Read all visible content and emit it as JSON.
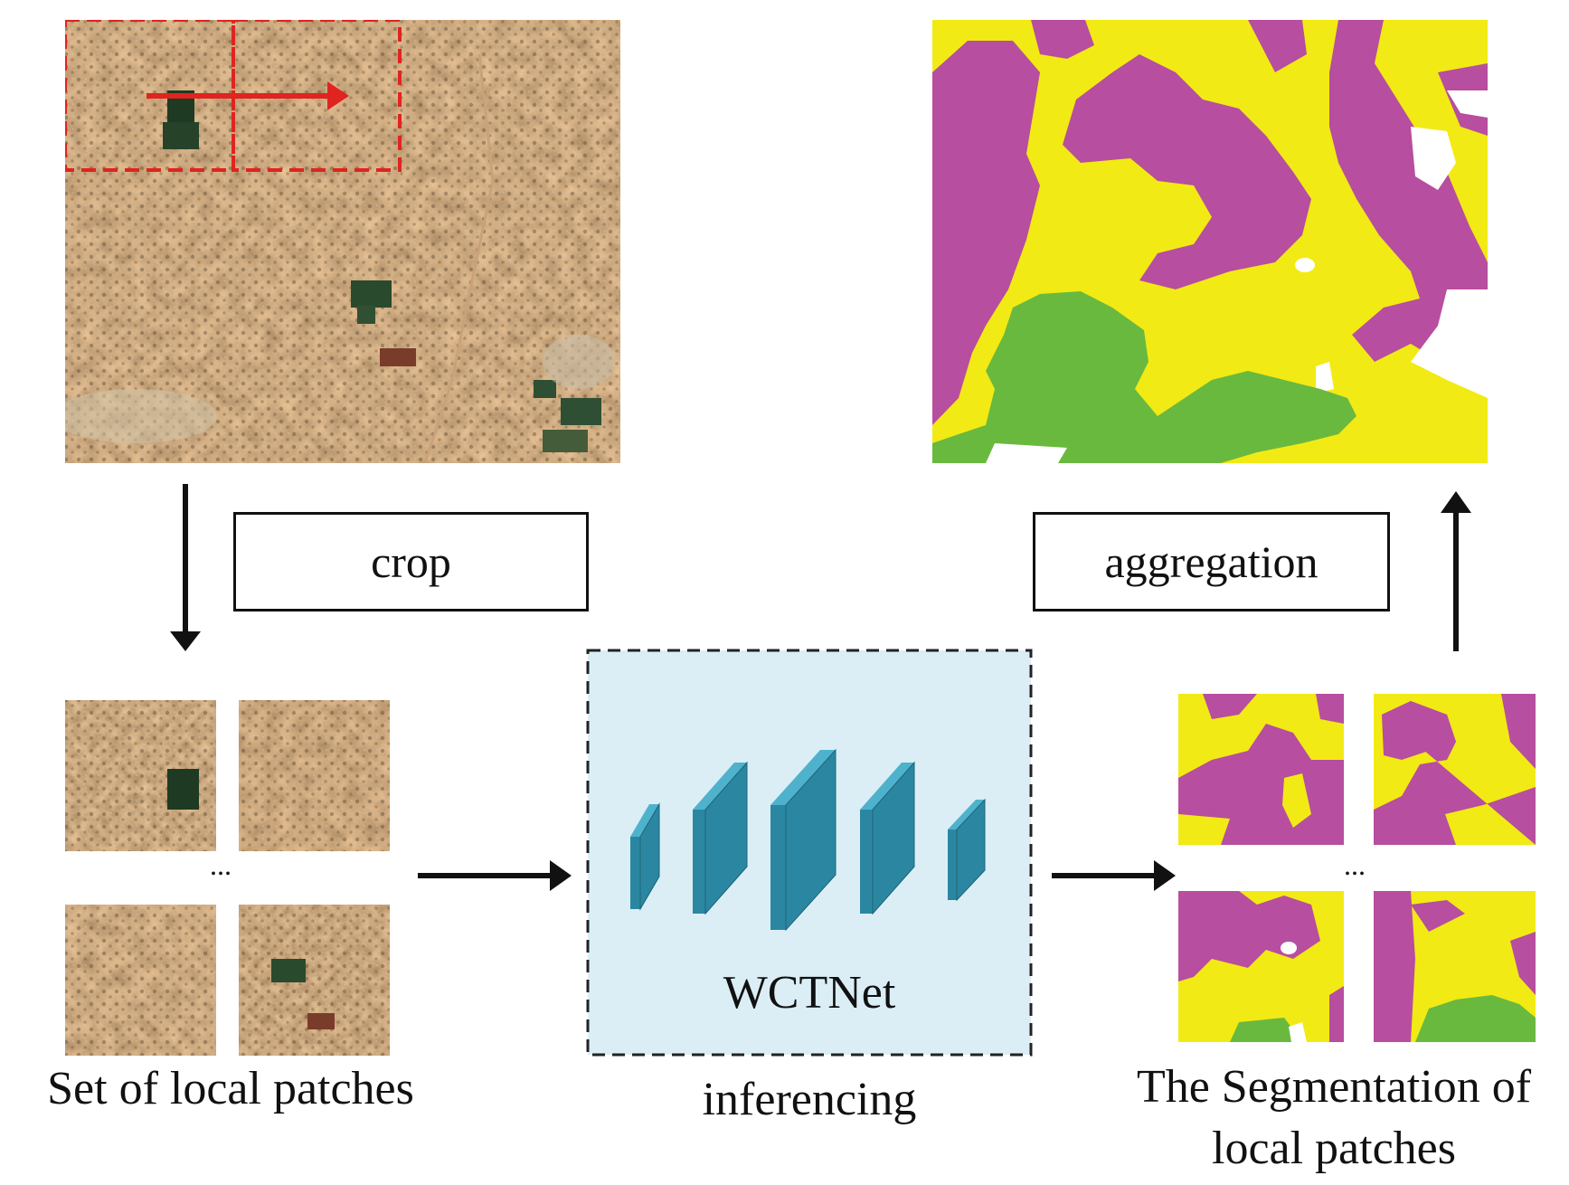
{
  "labels": {
    "crop": "crop",
    "aggregation": "aggregation",
    "network": "WCTNet",
    "inferencing": "inferencing",
    "patches": "Set of local patches",
    "seg_line1": "The Segmentation of",
    "seg_line2": "local patches",
    "ellipsis_left": "...",
    "ellipsis_right": "..."
  },
  "colors": {
    "class_yellow": "#f2ea14",
    "class_magenta": "#b74e9f",
    "class_green": "#69b93f",
    "class_white": "#ffffff",
    "network_bg": "#dbeef6",
    "network_block": "#2b87a1",
    "crop_window": "#e0241f",
    "arrow": "#111111"
  },
  "icons": {
    "satellite_image": "aerial-satellite-photo",
    "network_blocks": "cnn-layer-blocks"
  }
}
